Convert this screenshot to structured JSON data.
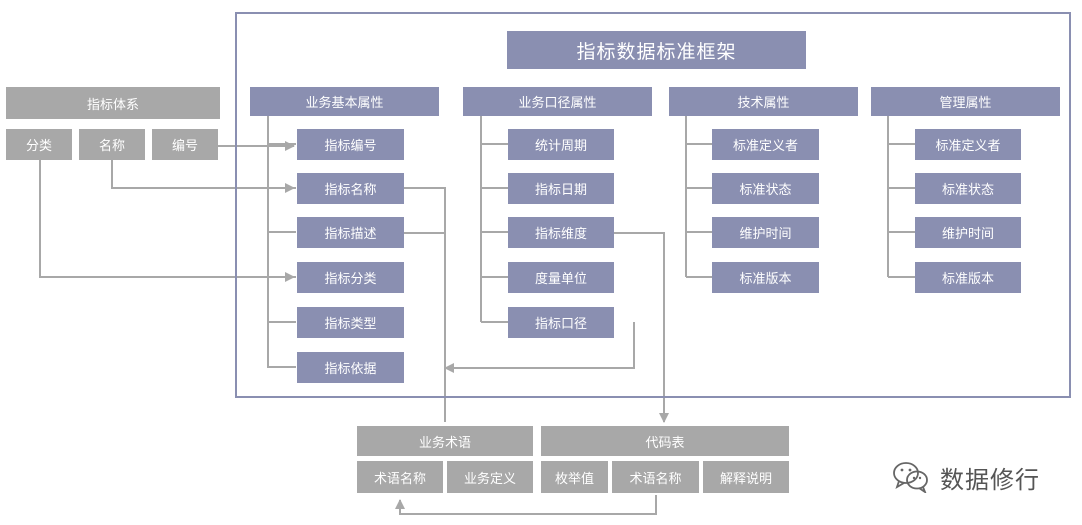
{
  "diagram": {
    "title": "指标数据标准框架",
    "index_system": {
      "header": "指标体系",
      "items": [
        "分类",
        "名称",
        "编号"
      ]
    },
    "columns": [
      {
        "header": "业务基本属性",
        "items": [
          "指标编号",
          "指标名称",
          "指标描述",
          "指标分类",
          "指标类型",
          "指标依据"
        ]
      },
      {
        "header": "业务口径属性",
        "items": [
          "统计周期",
          "指标日期",
          "指标维度",
          "度量单位",
          "指标口径"
        ]
      },
      {
        "header": "技术属性",
        "items": [
          "标准定义者",
          "标准状态",
          "维护时间",
          "标准版本"
        ]
      },
      {
        "header": "管理属性",
        "items": [
          "标准定义者",
          "标准状态",
          "维护时间",
          "标准版本"
        ]
      }
    ],
    "business_terms": {
      "header": "业务术语",
      "items": [
        "术语名称",
        "业务定义"
      ]
    },
    "code_table": {
      "header": "代码表",
      "items": [
        "枚举值",
        "术语名称",
        "解释说明"
      ]
    }
  },
  "watermark": {
    "text": "数据修行",
    "icon": "wechat-icon"
  },
  "colors": {
    "frame": "#8a8fb1",
    "box_purple": "#8a8fb1",
    "box_grey": "#a8a8a8",
    "connector": "#a8a8a8",
    "text": "#ffffff"
  }
}
